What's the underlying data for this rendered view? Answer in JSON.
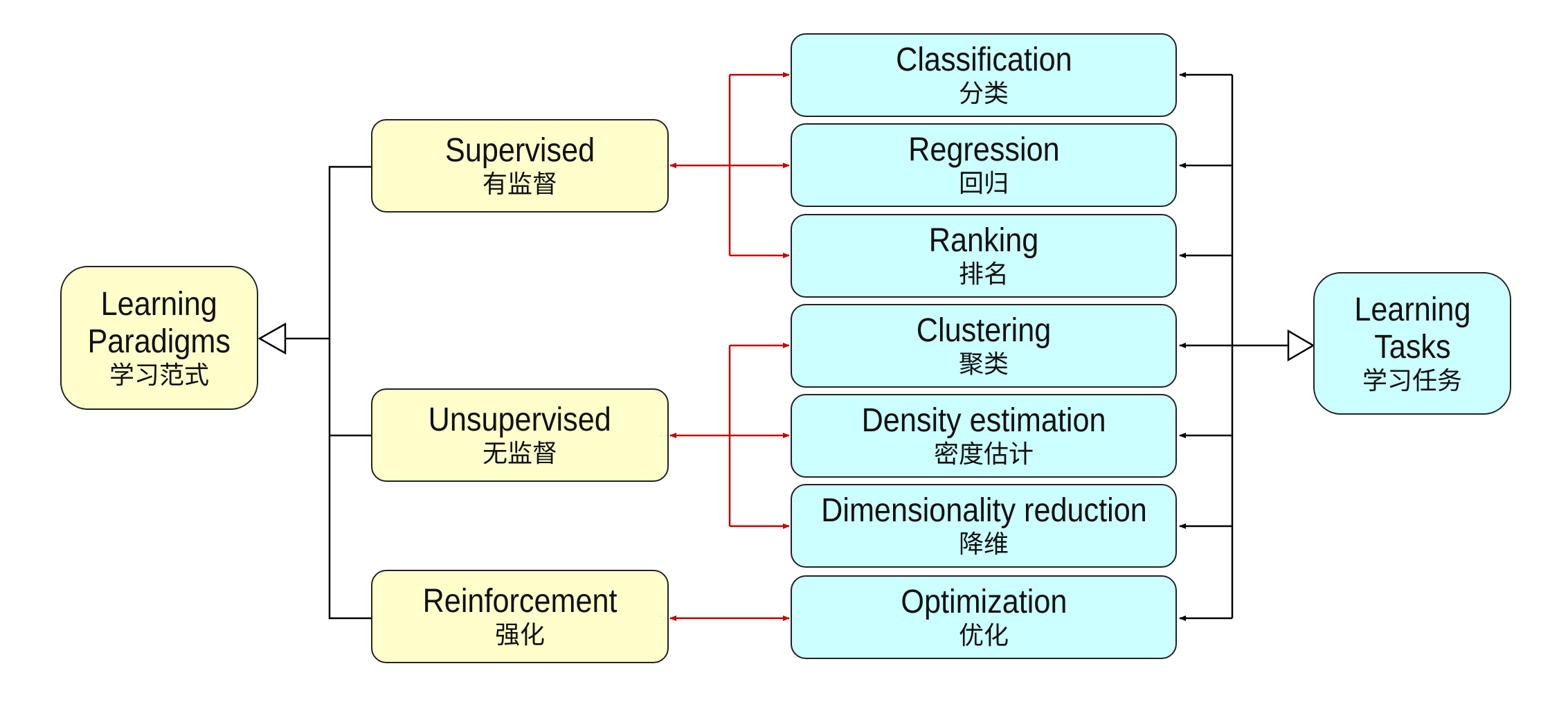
{
  "root_left": {
    "en": "Learning\nParadigms",
    "zh": "学习范式"
  },
  "root_right": {
    "en": "Learning\nTasks",
    "zh": "学习任务"
  },
  "paradigms": [
    {
      "en": "Supervised",
      "zh": "有监督"
    },
    {
      "en": "Unsupervised",
      "zh": "无监督"
    },
    {
      "en": "Reinforcement",
      "zh": "强化"
    }
  ],
  "tasks": [
    {
      "en": "Classification",
      "zh": "分类"
    },
    {
      "en": "Regression",
      "zh": "回归"
    },
    {
      "en": "Ranking",
      "zh": "排名"
    },
    {
      "en": "Clustering",
      "zh": "聚类"
    },
    {
      "en": "Density estimation",
      "zh": "密度估计"
    },
    {
      "en": "Dimensionality reduction",
      "zh": "降维"
    },
    {
      "en": "Optimization",
      "zh": "优化"
    }
  ],
  "colors": {
    "paradigm_fill": "#ffffcc",
    "task_fill": "#ccffff",
    "link_red": "#c00000",
    "line_black": "#000000"
  }
}
